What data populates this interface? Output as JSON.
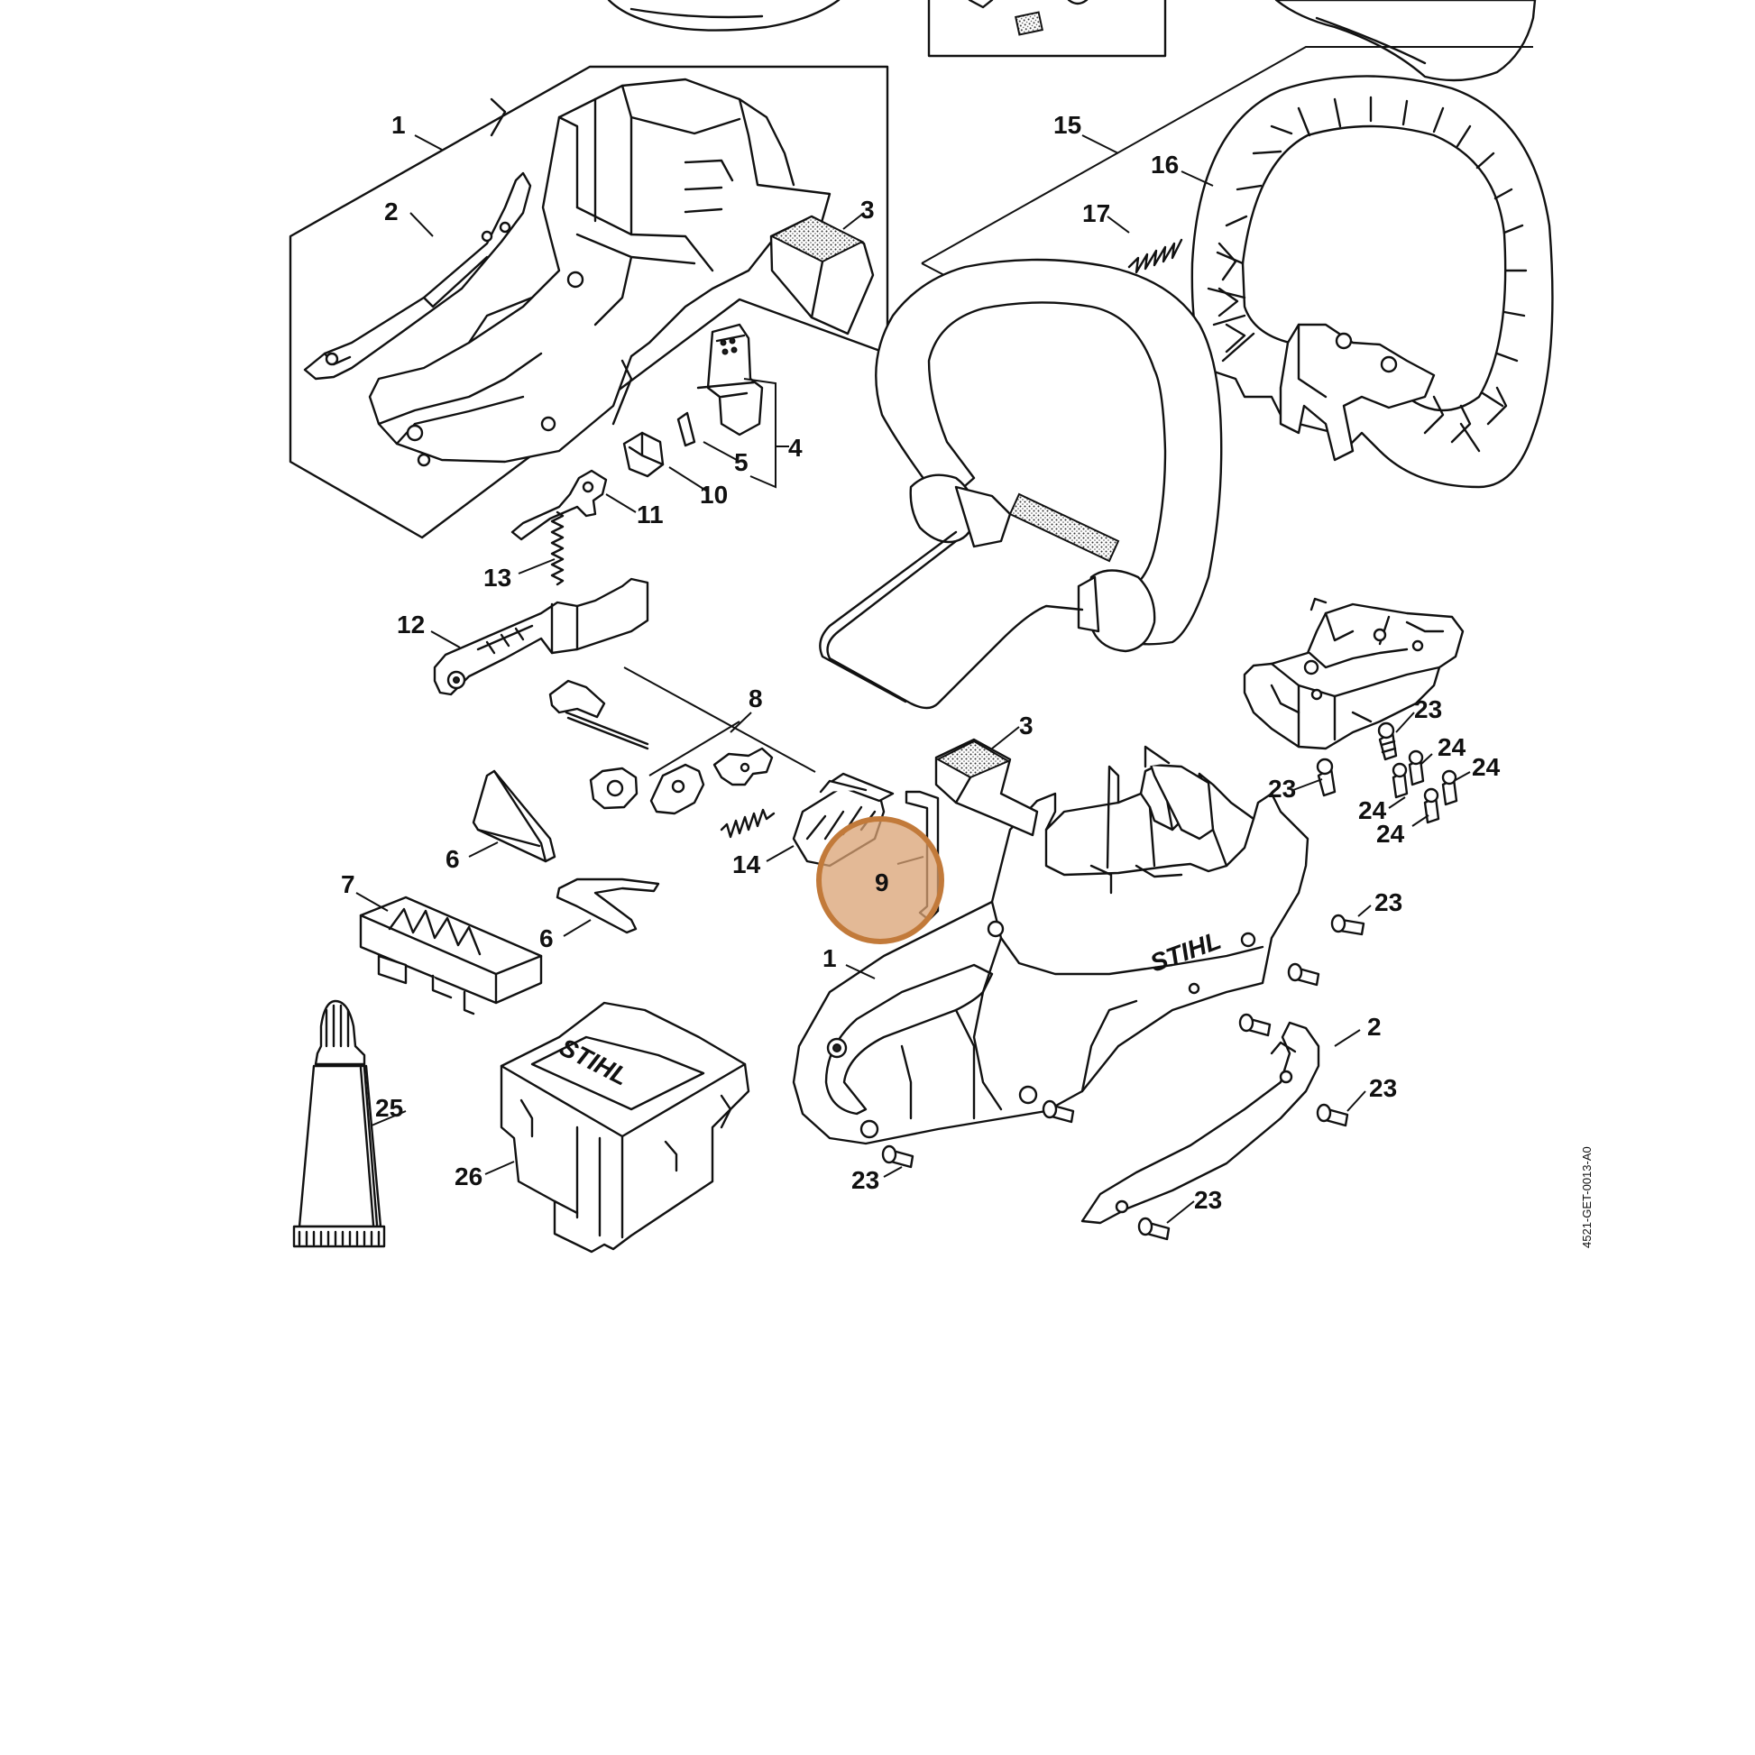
{
  "drawing_code": "4521-GET-0013-A0",
  "brand": "STIHL",
  "highlight": {
    "label": "9",
    "color": "#c27a3a",
    "fill": "#d9a273"
  },
  "callouts": [
    {
      "id": "c1a",
      "text": "1"
    },
    {
      "id": "c2a",
      "text": "2"
    },
    {
      "id": "c3a",
      "text": "3"
    },
    {
      "id": "c4",
      "text": "4"
    },
    {
      "id": "c5",
      "text": "5"
    },
    {
      "id": "c10",
      "text": "10"
    },
    {
      "id": "c11",
      "text": "11"
    },
    {
      "id": "c13",
      "text": "13"
    },
    {
      "id": "c12",
      "text": "12"
    },
    {
      "id": "c8",
      "text": "8"
    },
    {
      "id": "c6a",
      "text": "6"
    },
    {
      "id": "c6b",
      "text": "6"
    },
    {
      "id": "c7",
      "text": "7"
    },
    {
      "id": "c14",
      "text": "14"
    },
    {
      "id": "c9",
      "text": "9"
    },
    {
      "id": "c1b",
      "text": "1"
    },
    {
      "id": "c3b",
      "text": "3"
    },
    {
      "id": "c15",
      "text": "15"
    },
    {
      "id": "c16",
      "text": "16"
    },
    {
      "id": "c17",
      "text": "17"
    },
    {
      "id": "c23a",
      "text": "23"
    },
    {
      "id": "c24a",
      "text": "24"
    },
    {
      "id": "c24b",
      "text": "24"
    },
    {
      "id": "c23b",
      "text": "23"
    },
    {
      "id": "c24c",
      "text": "24"
    },
    {
      "id": "c24d",
      "text": "24"
    },
    {
      "id": "c23c",
      "text": "23"
    },
    {
      "id": "c2b",
      "text": "2"
    },
    {
      "id": "c23d",
      "text": "23"
    },
    {
      "id": "c23e",
      "text": "23"
    },
    {
      "id": "c23f",
      "text": "23"
    },
    {
      "id": "c25",
      "text": "25"
    },
    {
      "id": "c26",
      "text": "26"
    }
  ]
}
